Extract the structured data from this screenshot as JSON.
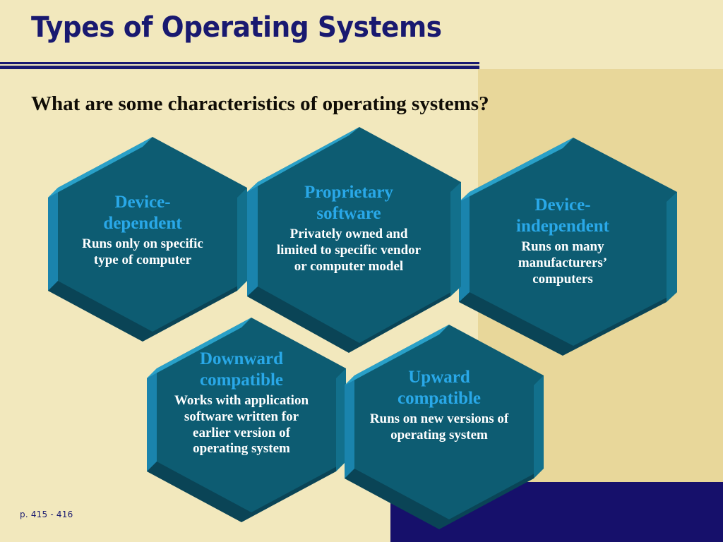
{
  "slide": {
    "title": "Types of Operating Systems",
    "question": "What are some characteristics of operating systems?",
    "footer": "p. 415 - 416"
  },
  "colors": {
    "background": "#f2e8bd",
    "panel_tan": "#e8d79a",
    "block_navy": "#16106b",
    "title_navy": "#191970",
    "hex_face": "#0d5c72",
    "hex_bevel_light": "#1a84ad",
    "hex_bevel_dark": "#0a4456",
    "hex_heading": "#29a8e8",
    "hex_body": "#ffffff"
  },
  "hexagons": [
    {
      "id": "device-dependent",
      "heading": "Device-\ndependent",
      "body": "Runs only on specific\ntype of computer"
    },
    {
      "id": "proprietary-software",
      "heading": "Proprietary\nsoftware",
      "body": "Privately owned and\nlimited to specific vendor\nor computer model"
    },
    {
      "id": "device-independent",
      "heading": "Device-\nindependent",
      "body": "Runs on many\nmanufacturers’\ncomputers"
    },
    {
      "id": "downward-compatible",
      "heading": "Downward\ncompatible",
      "body": "Works with application\nsoftware written for\nearlier version of\noperating system"
    },
    {
      "id": "upward-compatible",
      "heading": "Upward\ncompatible",
      "body": "Runs on new versions of\noperating system"
    }
  ]
}
